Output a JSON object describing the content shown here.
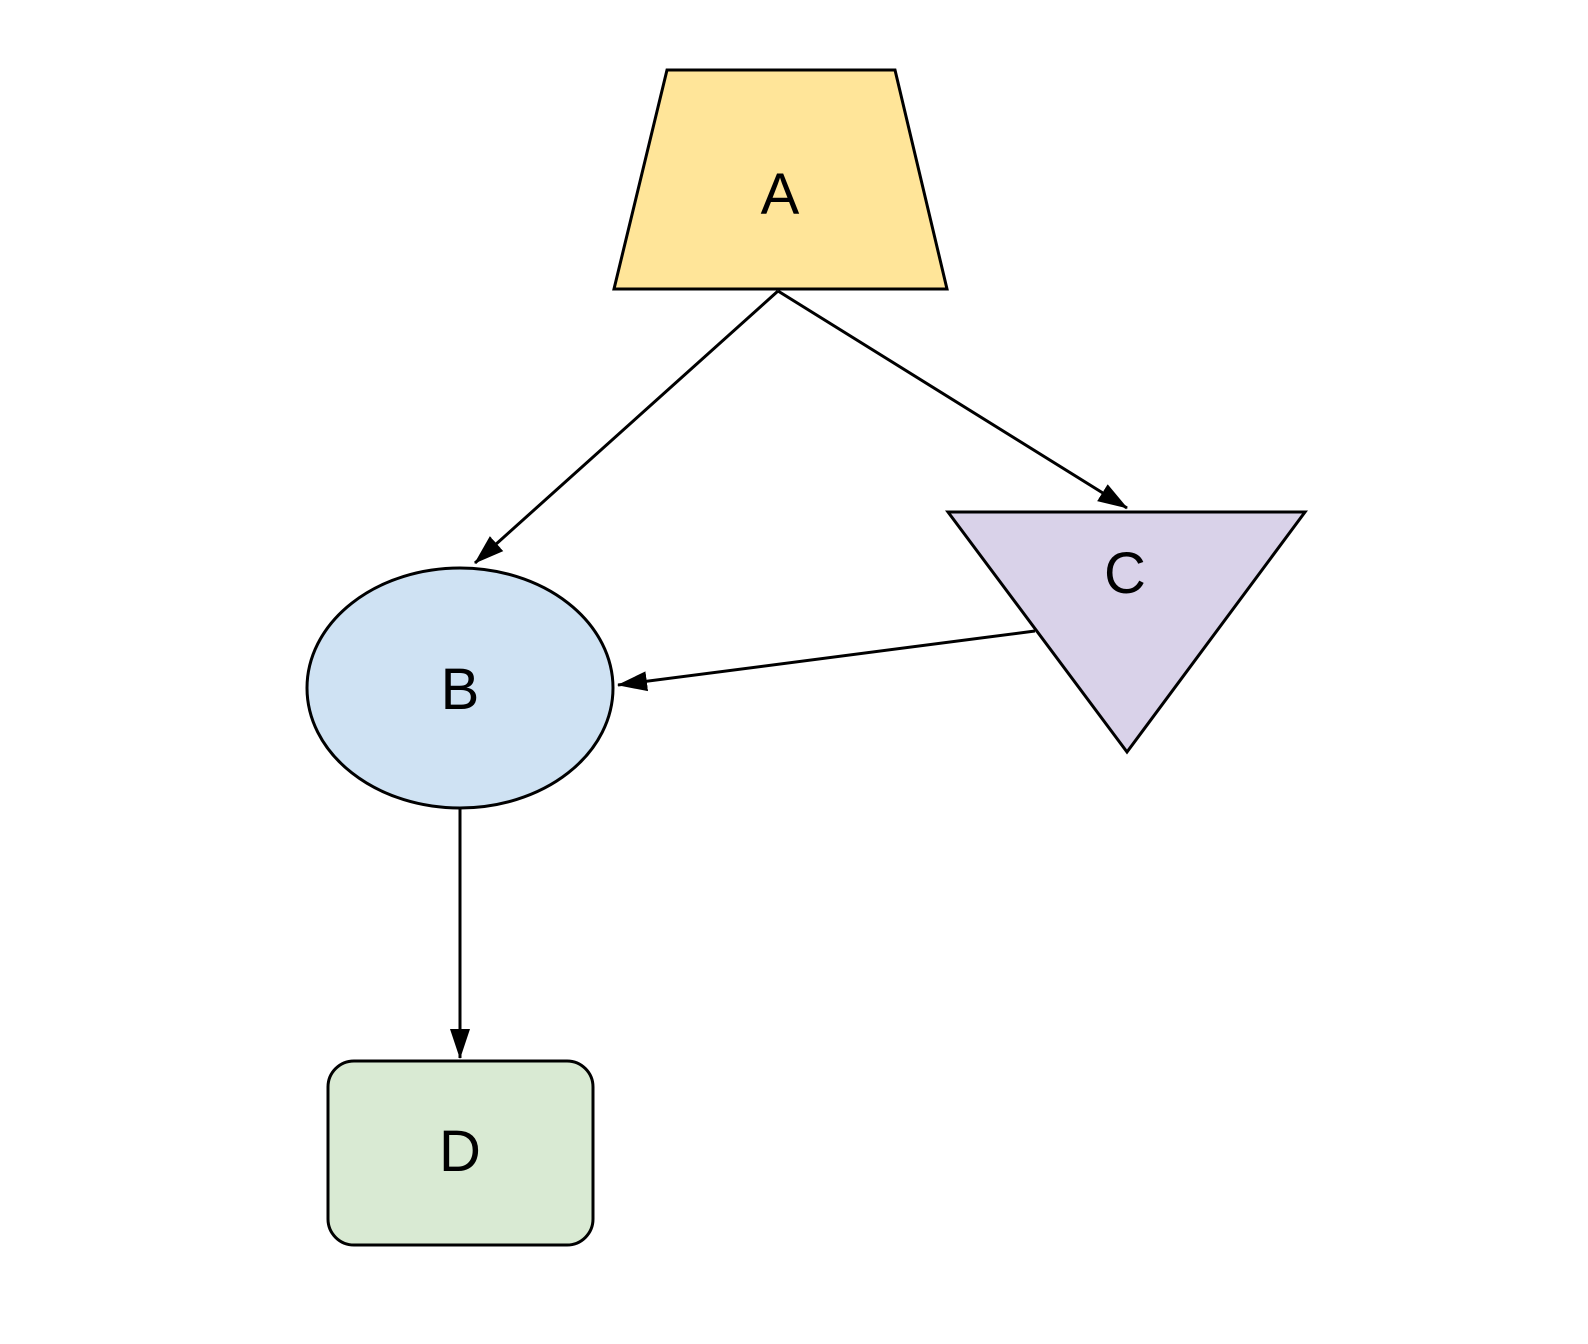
{
  "diagram": {
    "background_color": "#ffffff",
    "stroke_color": "#000000",
    "nodes": {
      "a": {
        "label": "A",
        "shape": "trapezoid",
        "fill": "#ffe599"
      },
      "b": {
        "label": "B",
        "shape": "ellipse",
        "fill": "#cfe2f3"
      },
      "c": {
        "label": "C",
        "shape": "inverted-triangle",
        "fill": "#d9d2e9"
      },
      "d": {
        "label": "D",
        "shape": "rounded-rectangle",
        "fill": "#d9ead3"
      }
    },
    "edges": [
      {
        "from": "A",
        "to": "B",
        "directed": true,
        "arrow": "filled-triangle"
      },
      {
        "from": "A",
        "to": "C",
        "directed": true,
        "arrow": "filled-triangle"
      },
      {
        "from": "C",
        "to": "B",
        "directed": true,
        "arrow": "filled-triangle"
      },
      {
        "from": "B",
        "to": "D",
        "directed": true,
        "arrow": "filled-triangle"
      }
    ]
  }
}
